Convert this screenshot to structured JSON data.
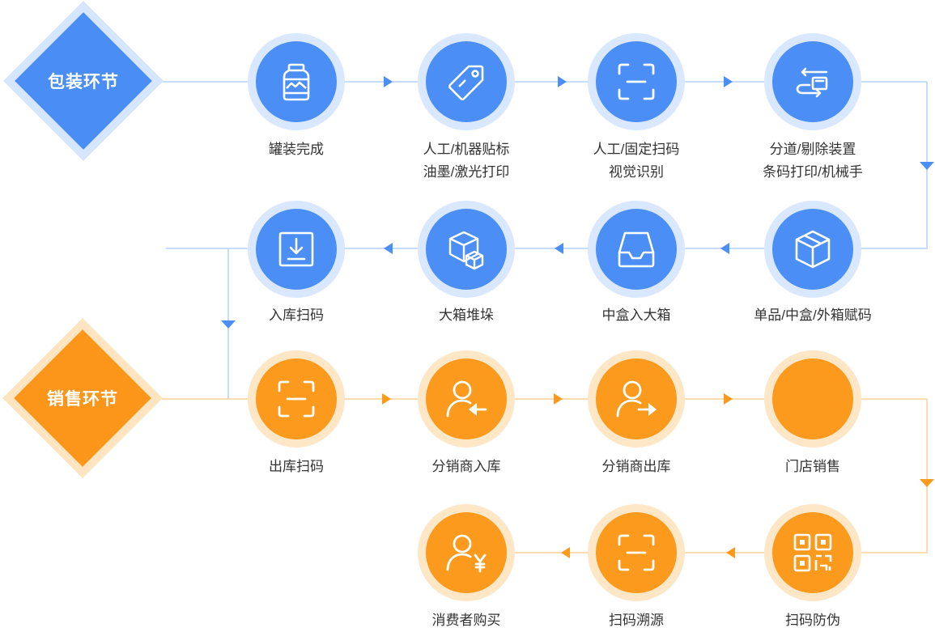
{
  "colors": {
    "blue": "#4b8ff6",
    "blue_light": "#d9e8ff",
    "orange": "#fb9a1d",
    "orange_light": "#fde7c7",
    "blue_line": "#b6d1fb",
    "orange_line": "#fcd29a"
  },
  "stages": {
    "packaging": {
      "label": "包装环节"
    },
    "sales": {
      "label": "销售环节"
    }
  },
  "packaging_steps": [
    {
      "icon": "jar-icon",
      "label_lines": [
        "罐装完成"
      ]
    },
    {
      "icon": "tag-icon",
      "label_lines": [
        "人工/机器贴标",
        "油墨/激光打印"
      ]
    },
    {
      "icon": "scan-frame-icon",
      "label_lines": [
        "人工/固定扫码",
        "视觉识别"
      ]
    },
    {
      "icon": "sorting-device-icon",
      "label_lines": [
        "分道/剔除装置",
        "条码打印/机械手"
      ]
    },
    {
      "icon": "package-box-icon",
      "label_lines": [
        "单品/中盒/外箱赋码"
      ]
    },
    {
      "icon": "tray-icon",
      "label_lines": [
        "中盒入大箱"
      ]
    },
    {
      "icon": "stacked-boxes-icon",
      "label_lines": [
        "大箱堆垛"
      ]
    },
    {
      "icon": "download-box-icon",
      "label_lines": [
        "入库扫码"
      ]
    }
  ],
  "sales_steps": [
    {
      "icon": "scan-frame-icon",
      "label_lines": [
        "出库扫码"
      ]
    },
    {
      "icon": "user-inbound-icon",
      "label_lines": [
        "分销商入库"
      ]
    },
    {
      "icon": "user-outbound-icon",
      "label_lines": [
        "分销商出库"
      ]
    },
    {
      "icon": "blank-circle-icon",
      "label_lines": [
        "门店销售"
      ]
    },
    {
      "icon": "qr-code-icon",
      "label_lines": [
        "扫码防伪"
      ]
    },
    {
      "icon": "scan-frame-icon",
      "label_lines": [
        "扫码溯源"
      ]
    },
    {
      "icon": "user-yuan-icon",
      "label_lines": [
        "消费者购买"
      ]
    }
  ]
}
